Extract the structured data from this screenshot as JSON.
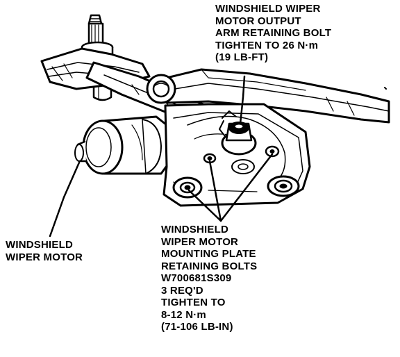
{
  "callouts": {
    "output_arm_bolt": {
      "lines": [
        "WINDSHIELD WIPER",
        "MOTOR OUTPUT",
        "ARM RETAINING BOLT",
        "TIGHTEN TO 26 N·m",
        "(19 LB-FT)"
      ]
    },
    "wiper_motor": {
      "lines": [
        "WINDSHIELD",
        "WIPER MOTOR"
      ]
    },
    "mounting_bolts": {
      "lines": [
        "WINDSHIELD",
        "WIPER MOTOR",
        "MOUNTING PLATE",
        "RETAINING BOLTS",
        "W700681S309",
        "3 REQ'D",
        "TIGHTEN TO",
        "8-12 N·m",
        "(71-106 LB-IN)"
      ]
    }
  },
  "colors": {
    "ink": "#000000",
    "paper": "#ffffff"
  }
}
